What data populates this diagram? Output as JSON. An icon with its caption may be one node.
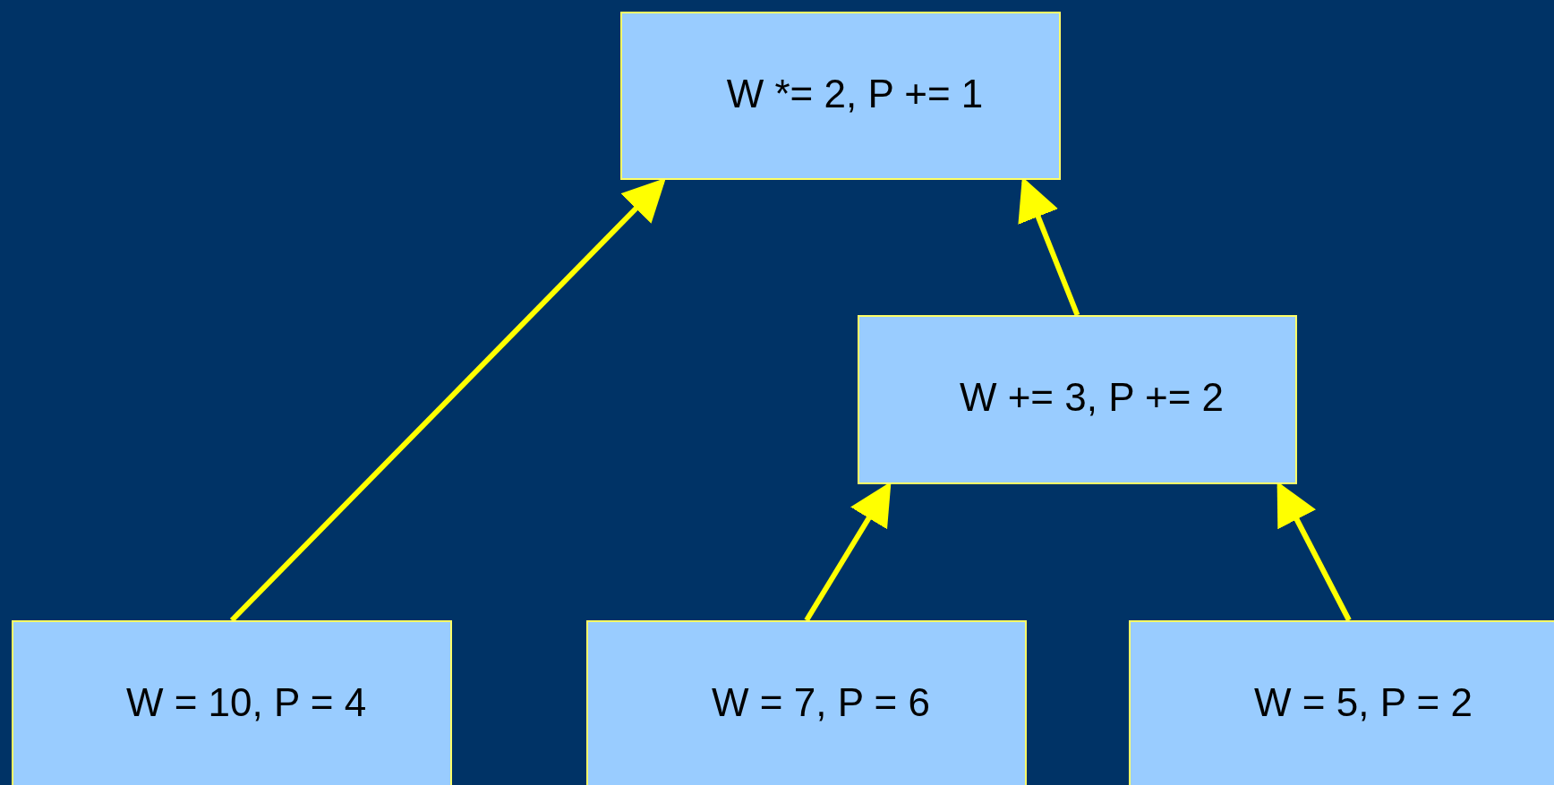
{
  "diagram": {
    "nodes": [
      {
        "text": [
          "W *= 2, P += 1"
        ]
      },
      {
        "text": [
          "W += 3, P += 2"
        ]
      },
      {
        "text": [
          "W = 10, P = 4"
        ]
      },
      {
        "text": [
          "W = 7, P = 6"
        ]
      },
      {
        "text": [
          "W = 5, P = 2"
        ]
      }
    ],
    "edges": [
      {
        "from": 2,
        "to": 0,
        "arrow": "to"
      },
      {
        "from": 1,
        "to": 0,
        "arrow": "to"
      },
      {
        "from": 3,
        "to": 1,
        "arrow": "to"
      },
      {
        "from": 4,
        "to": 1,
        "arrow": "to"
      }
    ]
  }
}
